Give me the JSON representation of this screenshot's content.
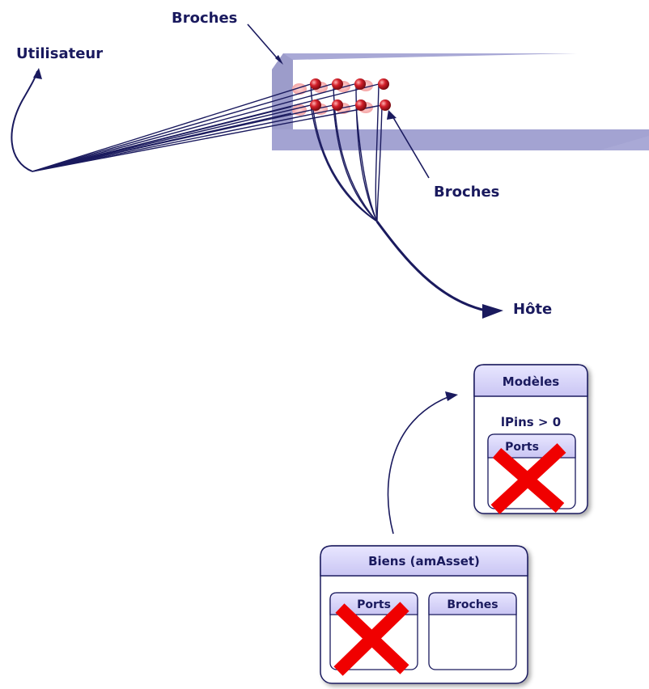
{
  "labels": {
    "broches_top": "Broches",
    "utilisateur": "Utilisateur",
    "broches_right": "Broches",
    "hote": "Hôte"
  },
  "models_box": {
    "title": "Modèles",
    "condition": "lPins > 0",
    "inner_table": "Ports"
  },
  "assets_box": {
    "title": "Biens (amAsset)",
    "inner_ports": "Ports",
    "inner_broches": "Broches"
  },
  "colors": {
    "ink": "#1a1a5e",
    "panel": "#a9a9d6",
    "box_header": "#d7d4fa",
    "box_border": "#1a1a5e",
    "pin": "#c41620",
    "cross": "#f00000"
  }
}
